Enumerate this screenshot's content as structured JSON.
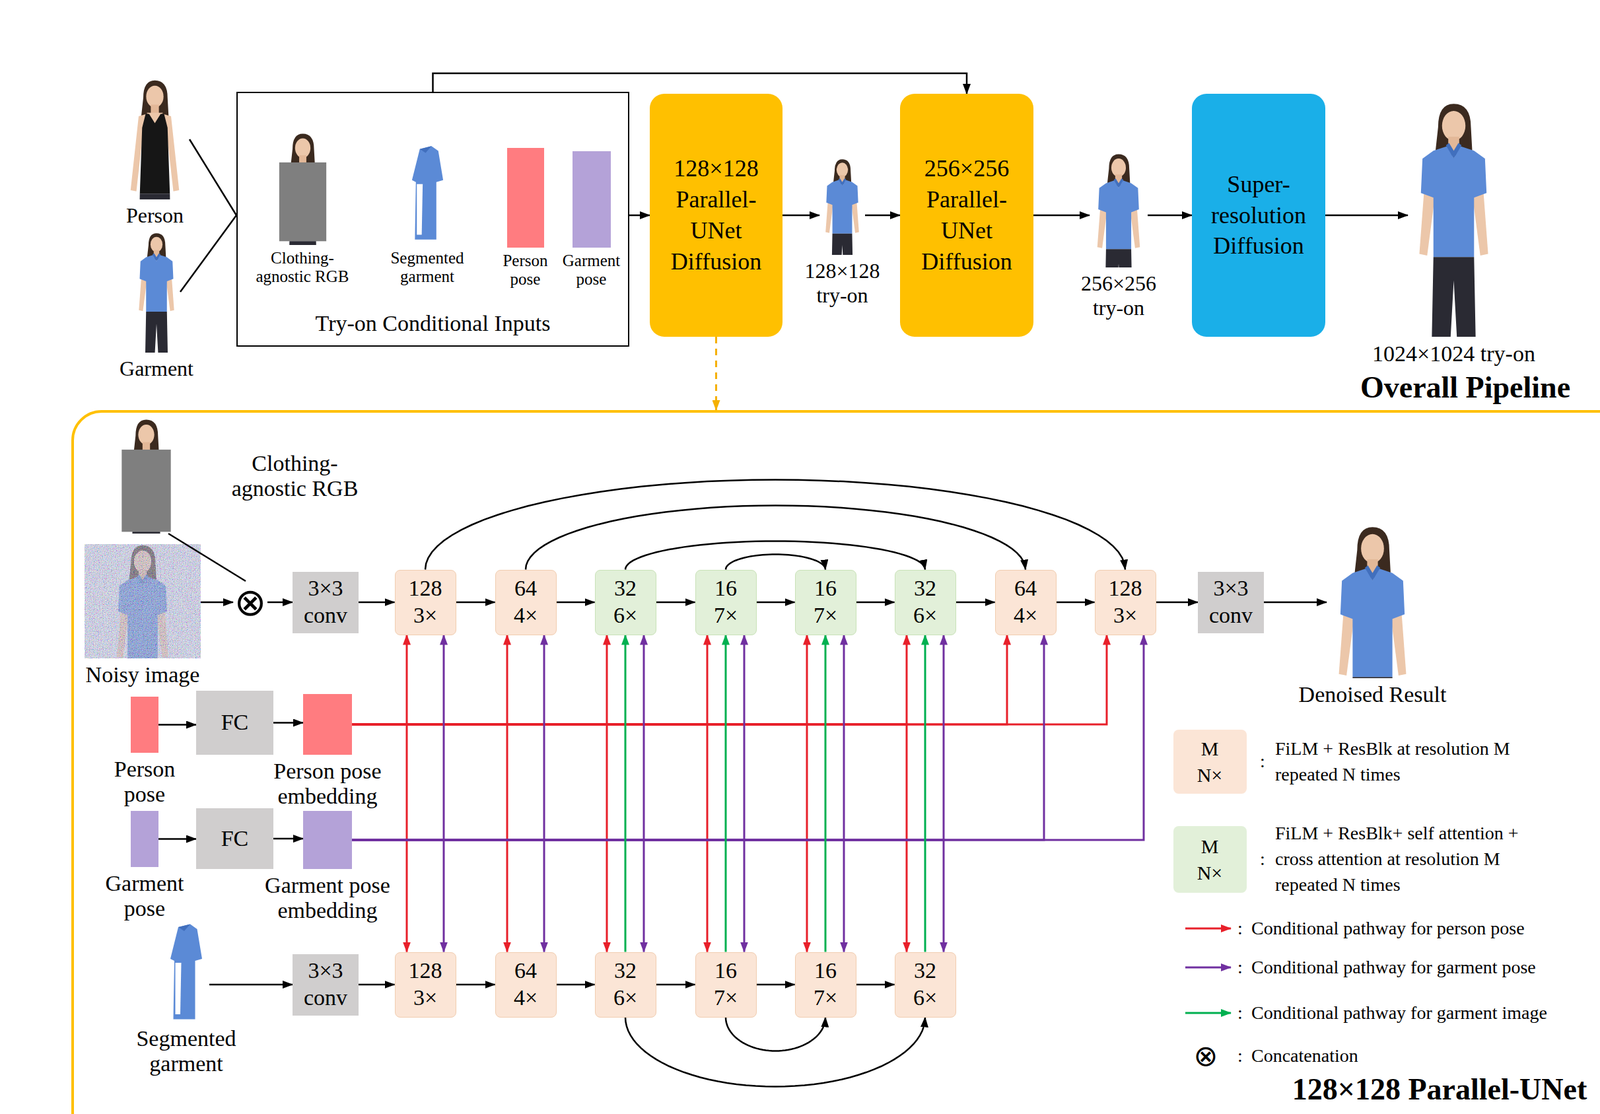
{
  "diagram": {
    "nodes": [
      {
        "text": [
          "Person"
        ]
      },
      {
        "text": [
          "Garment"
        ]
      },
      {
        "text": [
          "Try-on Conditional Inputs"
        ]
      },
      {
        "text": [
          "Clothing-agnostic RGB"
        ],
        "in": 2
      },
      {
        "text": [
          "Segmented garment"
        ],
        "in": 2
      },
      {
        "text": [
          "Person pose"
        ],
        "in": 2
      },
      {
        "text": [
          "Garment pose"
        ],
        "in": 2
      },
      {
        "text": [
          "128×128 Parallel-UNet Diffusion"
        ]
      },
      {
        "text": [
          "128×128 try-on"
        ]
      },
      {
        "text": [
          "256×256 Parallel-UNet Diffusion"
        ]
      },
      {
        "text": [
          "256×256 try-on"
        ]
      },
      {
        "text": [
          "Super-resolution Diffusion"
        ]
      },
      {
        "text": [
          "1024×1024 try-on"
        ]
      },
      {
        "text": [
          "128×128 Parallel-UNet"
        ]
      },
      {
        "text": [
          "Clothing-agnostic RGB"
        ],
        "in": 13
      },
      {
        "text": [
          "Noisy image"
        ],
        "in": 13
      },
      {
        "text": [
          "⊗"
        ],
        "in": 13
      },
      {
        "text": [
          "3×3 conv"
        ],
        "in": 13
      },
      {
        "text": [
          "128",
          "3×"
        ],
        "in": 13
      },
      {
        "text": [
          "64",
          "4×"
        ],
        "in": 13
      },
      {
        "text": [
          "32",
          "6×"
        ],
        "in": 13
      },
      {
        "text": [
          "16",
          "7×"
        ],
        "in": 13
      },
      {
        "text": [
          "16",
          "7×"
        ],
        "in": 13
      },
      {
        "text": [
          "32",
          "6×"
        ],
        "in": 13
      },
      {
        "text": [
          "64",
          "4×"
        ],
        "in": 13
      },
      {
        "text": [
          "128",
          "3×"
        ],
        "in": 13
      },
      {
        "text": [
          "3×3 conv"
        ],
        "in": 13
      },
      {
        "text": [
          "Denoised Result"
        ],
        "in": 13
      },
      {
        "text": [
          "Person pose"
        ],
        "in": 13
      },
      {
        "text": [
          "FC"
        ],
        "in": 13
      },
      {
        "text": [
          "Person pose embedding"
        ],
        "in": 13
      },
      {
        "text": [
          "Garment pose"
        ],
        "in": 13
      },
      {
        "text": [
          "FC"
        ],
        "in": 13
      },
      {
        "text": [
          "Garment pose embedding"
        ],
        "in": 13
      },
      {
        "text": [
          "Segmented garment"
        ],
        "in": 13
      },
      {
        "text": [
          "3×3 conv"
        ],
        "in": 13
      },
      {
        "text": [
          "128",
          "3×"
        ],
        "in": 13
      },
      {
        "text": [
          "64",
          "4×"
        ],
        "in": 13
      },
      {
        "text": [
          "32",
          "6×"
        ],
        "in": 13
      },
      {
        "text": [
          "16",
          "7×"
        ],
        "in": 13
      },
      {
        "text": [
          "16",
          "7×"
        ],
        "in": 13
      },
      {
        "text": [
          "32",
          "6×"
        ],
        "in": 13
      }
    ],
    "edges": [
      {
        "from": 0,
        "to": 2,
        "arrow": "none"
      },
      {
        "from": 1,
        "to": 2,
        "arrow": "none"
      },
      {
        "from": 2,
        "to": 7,
        "arrow": "to"
      },
      {
        "from": 7,
        "to": 8,
        "arrow": "to"
      },
      {
        "from": 8,
        "to": 9,
        "arrow": "to"
      },
      {
        "from": 2,
        "to": 9,
        "arrow": "to"
      },
      {
        "from": 9,
        "to": 10,
        "arrow": "to"
      },
      {
        "from": 10,
        "to": 11,
        "arrow": "to"
      },
      {
        "from": 11,
        "to": 12,
        "arrow": "to"
      },
      {
        "from": 7,
        "to": 13,
        "arrow": "to"
      },
      {
        "from": 14,
        "to": 16,
        "arrow": "none"
      },
      {
        "from": 15,
        "to": 16,
        "arrow": "to"
      },
      {
        "from": 16,
        "to": 17,
        "arrow": "to"
      },
      {
        "from": 17,
        "to": 18,
        "arrow": "to"
      },
      {
        "from": 18,
        "to": 19,
        "arrow": "to"
      },
      {
        "from": 19,
        "to": 20,
        "arrow": "to"
      },
      {
        "from": 20,
        "to": 21,
        "arrow": "to"
      },
      {
        "from": 21,
        "to": 22,
        "arrow": "to"
      },
      {
        "from": 22,
        "to": 23,
        "arrow": "to"
      },
      {
        "from": 23,
        "to": 24,
        "arrow": "to"
      },
      {
        "from": 24,
        "to": 25,
        "arrow": "to"
      },
      {
        "from": 25,
        "to": 26,
        "arrow": "to"
      },
      {
        "from": 26,
        "to": 27,
        "arrow": "to"
      },
      {
        "from": 18,
        "to": 25,
        "arrow": "to"
      },
      {
        "from": 19,
        "to": 24,
        "arrow": "to"
      },
      {
        "from": 20,
        "to": 23,
        "arrow": "to"
      },
      {
        "from": 21,
        "to": 22,
        "arrow": "to"
      },
      {
        "from": 28,
        "to": 29,
        "arrow": "to"
      },
      {
        "from": 29,
        "to": 30,
        "arrow": "to"
      },
      {
        "from": 31,
        "to": 32,
        "arrow": "to"
      },
      {
        "from": 32,
        "to": 33,
        "arrow": "to"
      },
      {
        "from": 30,
        "to": 18,
        "arrow": "to"
      },
      {
        "from": 30,
        "to": 36,
        "arrow": "to"
      },
      {
        "from": 30,
        "to": 19,
        "arrow": "to"
      },
      {
        "from": 30,
        "to": 37,
        "arrow": "to"
      },
      {
        "from": 30,
        "to": 20,
        "arrow": "to"
      },
      {
        "from": 30,
        "to": 38,
        "arrow": "to"
      },
      {
        "from": 30,
        "to": 21,
        "arrow": "to"
      },
      {
        "from": 30,
        "to": 39,
        "arrow": "to"
      },
      {
        "from": 30,
        "to": 22,
        "arrow": "to"
      },
      {
        "from": 30,
        "to": 40,
        "arrow": "to"
      },
      {
        "from": 30,
        "to": 23,
        "arrow": "to"
      },
      {
        "from": 30,
        "to": 41,
        "arrow": "to"
      },
      {
        "from": 30,
        "to": 24,
        "arrow": "to"
      },
      {
        "from": 30,
        "to": 25,
        "arrow": "to"
      },
      {
        "from": 33,
        "to": 18,
        "arrow": "to"
      },
      {
        "from": 33,
        "to": 36,
        "arrow": "to"
      },
      {
        "from": 33,
        "to": 19,
        "arrow": "to"
      },
      {
        "from": 33,
        "to": 37,
        "arrow": "to"
      },
      {
        "from": 33,
        "to": 20,
        "arrow": "to"
      },
      {
        "from": 33,
        "to": 38,
        "arrow": "to"
      },
      {
        "from": 33,
        "to": 21,
        "arrow": "to"
      },
      {
        "from": 33,
        "to": 39,
        "arrow": "to"
      },
      {
        "from": 33,
        "to": 22,
        "arrow": "to"
      },
      {
        "from": 33,
        "to": 40,
        "arrow": "to"
      },
      {
        "from": 33,
        "to": 23,
        "arrow": "to"
      },
      {
        "from": 33,
        "to": 41,
        "arrow": "to"
      },
      {
        "from": 33,
        "to": 24,
        "arrow": "to"
      },
      {
        "from": 33,
        "to": 25,
        "arrow": "to"
      },
      {
        "from": 38,
        "to": 20,
        "arrow": "to"
      },
      {
        "from": 39,
        "to": 21,
        "arrow": "to"
      },
      {
        "from": 40,
        "to": 22,
        "arrow": "to"
      },
      {
        "from": 41,
        "to": 23,
        "arrow": "to"
      },
      {
        "from": 34,
        "to": 35,
        "arrow": "to"
      },
      {
        "from": 35,
        "to": 36,
        "arrow": "to"
      },
      {
        "from": 36,
        "to": 37,
        "arrow": "to"
      },
      {
        "from": 37,
        "to": 38,
        "arrow": "to"
      },
      {
        "from": 38,
        "to": 39,
        "arrow": "to"
      },
      {
        "from": 39,
        "to": 40,
        "arrow": "to"
      },
      {
        "from": 40,
        "to": 41,
        "arrow": "to"
      },
      {
        "from": 38,
        "to": 41,
        "arrow": "to"
      },
      {
        "from": 39,
        "to": 40,
        "arrow": "to"
      }
    ],
    "labels": [
      "Overall Pipeline",
      "M",
      "N×",
      ":",
      "M",
      "N×",
      ":",
      ":",
      ":",
      ":",
      "⊗",
      ":"
    ],
    "legend": [
      {
        "text": "FiLM + ResBlk at resolution M repeated N times",
        "color": "#fbe5d6"
      },
      {
        "text": "FiLM + ResBlk+ self attention + cross attention at resolution M repeated N times",
        "color": "#e2f0d9"
      },
      {
        "text": "Conditional pathway for person pose"
      },
      {
        "text": "Conditional pathway for garment pose"
      },
      {
        "text": "Conditional pathway for garment image"
      },
      {
        "text": "Concatenation"
      }
    ]
  }
}
